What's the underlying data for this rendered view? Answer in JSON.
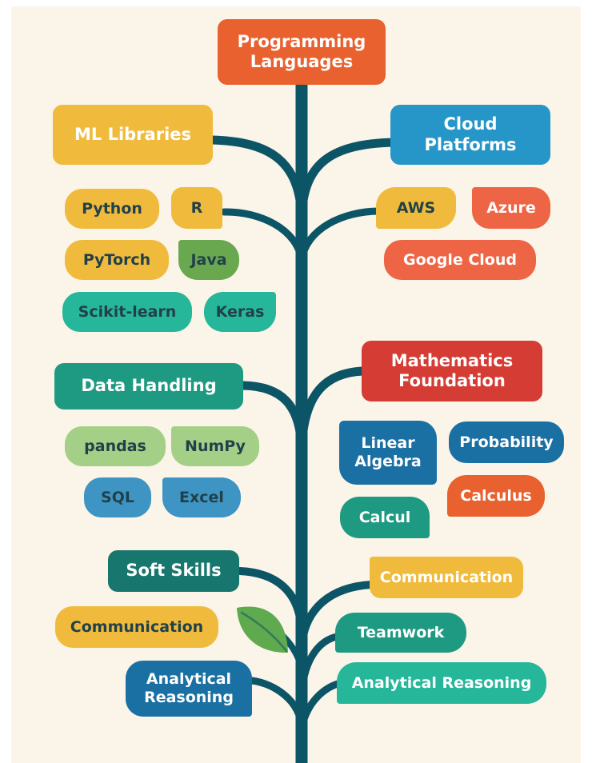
{
  "colors": {
    "trunk": "#0c5567",
    "leaf": "#5fa94e",
    "background": "#fbf4e8",
    "orange": "#e8612f",
    "yellow": "#f0bb3c",
    "blue": "#2696c9",
    "red": "#d43c34",
    "teal": "#1f9a82",
    "dark_teal": "#17766d",
    "green": "#6aa84f",
    "light_green": "#a4cf86",
    "steel_blue": "#3e94c2",
    "navy_blue": "#1a6fa3",
    "turquoise": "#26b79b",
    "coral": "#ee6545"
  },
  "diagram": {
    "root": {
      "label": "Programming Languages"
    },
    "branches": {
      "ml_libraries": {
        "label": "ML Libraries",
        "items": [
          "Python",
          "R",
          "PyTorch",
          "Java",
          "Scikit-learn",
          "Keras"
        ]
      },
      "cloud_platforms": {
        "label": "Cloud Platforms",
        "items": [
          "AWS",
          "Azure",
          "Google Cloud"
        ]
      },
      "data_handling": {
        "label": "Data Handling",
        "items": [
          "pandas",
          "NumPy",
          "SQL",
          "Excel"
        ]
      },
      "mathematics_foundation": {
        "label": "Mathematics Foundation",
        "items": [
          "Linear Algebra",
          "Probability",
          "Calculus",
          "Calcul"
        ]
      },
      "soft_skills": {
        "label": "Soft Skills",
        "items_left": [
          "Communication",
          "Analytical Reasoning"
        ],
        "items_right": [
          "Communication",
          "Teamwork",
          "Analytical Reasoning"
        ]
      }
    },
    "leaf_icon": "leaf-icon"
  }
}
